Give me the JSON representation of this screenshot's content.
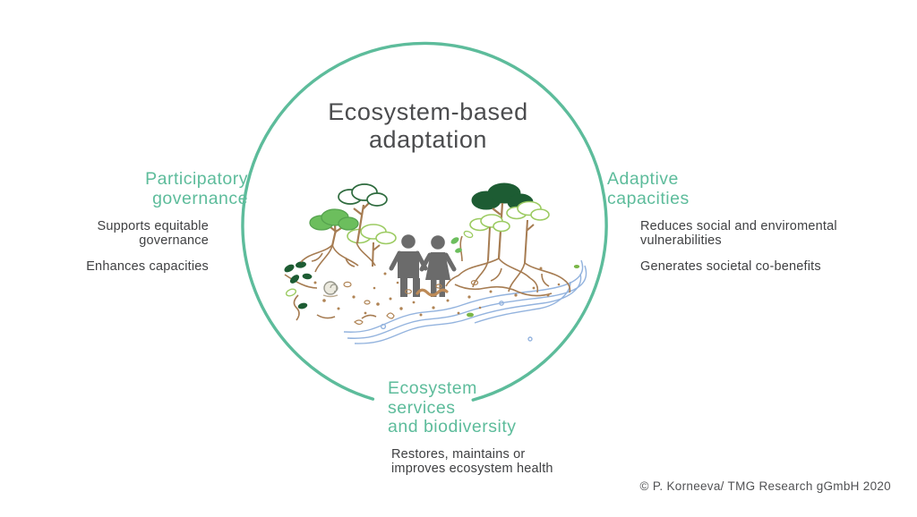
{
  "title": "Ecosystem-based\nadaptation",
  "sections": {
    "participatory": {
      "heading": "Participatory\ngovernance",
      "points": [
        "Supports equitable\ngovernance",
        "Enhances capacities"
      ]
    },
    "adaptive": {
      "heading": "Adaptive\ncapacities",
      "points": [
        "Reduces social and enviromental\nvulnerabilities",
        "Generates societal co-benefits"
      ]
    },
    "ecosystem": {
      "heading": "Ecosystem\nservices\nand biodiversity",
      "points": [
        "Restores, maintains or\nimproves ecosystem health"
      ]
    }
  },
  "credit": "© P. Korneeva/ TMG Research gGmbH 2020",
  "colors": {
    "accent_green": "#5dbc9b",
    "title_text": "#4b4c4e",
    "body_text": "#3f4042",
    "tree_dark_green": "#1d5c33",
    "tree_mid_green": "#6cbe5d",
    "tree_light_green": "#9ccb62",
    "tree_outline_dark": "#2e6b3e",
    "soil_brown": "#a67c52",
    "water_blue": "#93b3de",
    "figure_gray": "#6b6b6b"
  },
  "illustration": {
    "elements": [
      "circle-border",
      "trees-left-icon",
      "trees-right-icon",
      "people-icon",
      "seedling-icon",
      "leaves-icon",
      "snail-icon",
      "worm-icon",
      "roots-left-icon",
      "roots-right-icon",
      "soil-particles-icon",
      "water-stream-icon"
    ]
  }
}
